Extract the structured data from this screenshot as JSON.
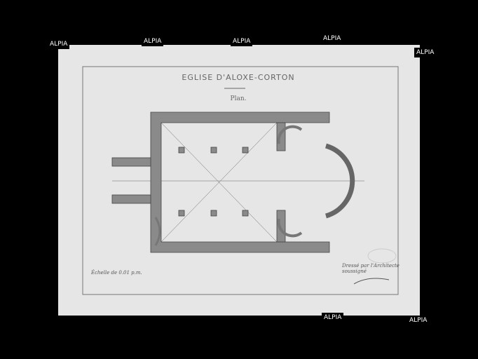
{
  "labels": [
    "ALPIA",
    "ALPIA",
    "ALPIA",
    "ALPIA",
    "ALPIA",
    "ALPIA",
    "ALPIA"
  ],
  "drawing": {
    "title": "EGLISE D'ALOXE-CORTON",
    "subtitle": "Plan.",
    "scale_note": "Échelle de 0.01 p.m.",
    "signature_note": "Dressé par l'Architecte soussigné"
  },
  "colors": {
    "background": "#000000",
    "paper": "#e6e6e6",
    "walls": "#8a8a8a"
  }
}
